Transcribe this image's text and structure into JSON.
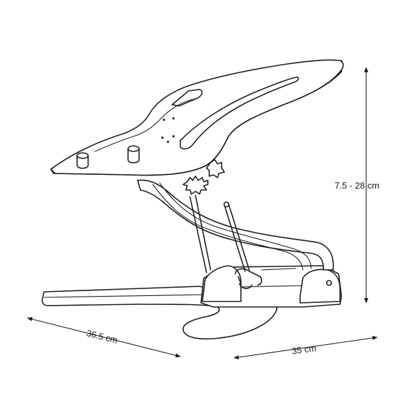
{
  "dimensions": {
    "height_label": "7.5 - 28 cm",
    "depth_label": "36.5 cm",
    "width_label": "35 cm"
  }
}
